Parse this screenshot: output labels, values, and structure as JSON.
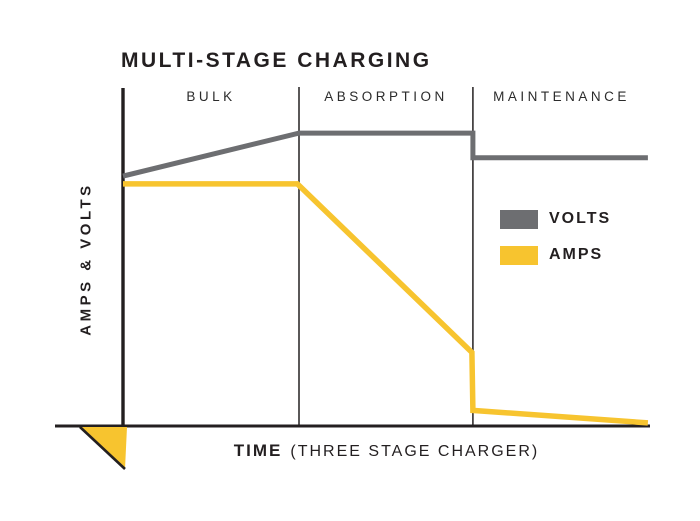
{
  "chart_data": {
    "type": "line",
    "title": "MULTI-STAGE CHARGING",
    "ylabel": "AMPS & VOLTS",
    "xlabel": "TIME",
    "xlabel_note": "(THREE STAGE CHARGER)",
    "stages": [
      "BULK",
      "ABSORPTION",
      "MAINTENANCE"
    ],
    "stage_boundaries_pct": [
      33.4,
      66.4
    ],
    "grid": false,
    "x_axis_ticks": "none (relative time, 0-100%)",
    "y_axis_ticks": "none (relative amplitude, 0-100%)",
    "legend_position": "center-right",
    "axis_color": "#231f20",
    "series": [
      {
        "name": "VOLTS",
        "color": "#6d6e71",
        "points_pct": [
          [
            0,
            74.0
          ],
          [
            33.4,
            86.7
          ],
          [
            66.4,
            86.7
          ],
          [
            66.4,
            79.4
          ],
          [
            99.6,
            79.4
          ]
        ]
      },
      {
        "name": "AMPS",
        "color": "#f7c42f",
        "points_pct": [
          [
            0,
            71.7
          ],
          [
            33.1,
            71.7
          ],
          [
            66.2,
            22.0
          ],
          [
            66.4,
            4.9
          ],
          [
            99.6,
            1.2
          ]
        ]
      }
    ]
  }
}
